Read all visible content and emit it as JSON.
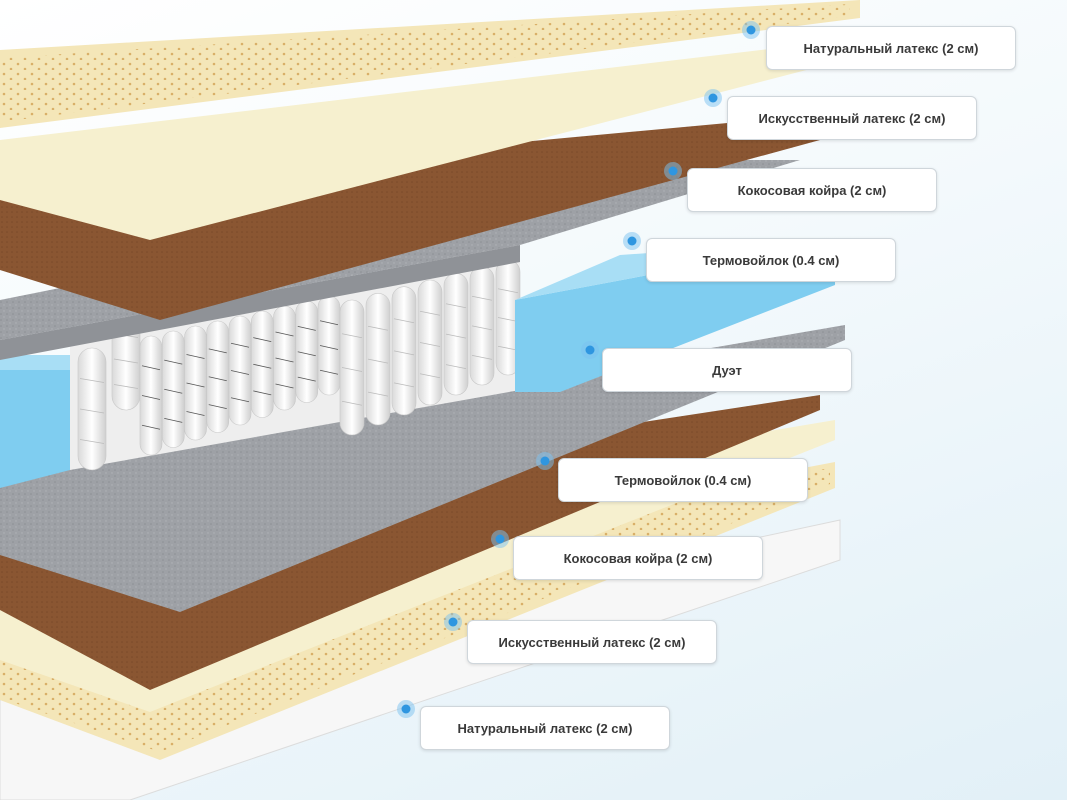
{
  "layers": [
    {
      "id": "top-natural-latex",
      "label": "Натуральный латекс (2 см)"
    },
    {
      "id": "top-artificial-latex",
      "label": "Искусственный латекс (2 см)"
    },
    {
      "id": "top-coconut-coir",
      "label": "Кокосовая койра (2 см)"
    },
    {
      "id": "top-thermofelt",
      "label": "Термовойлок (0.4 см)"
    },
    {
      "id": "core-duet",
      "label": "Дуэт"
    },
    {
      "id": "bottom-thermofelt",
      "label": "Термовойлок (0.4 см)"
    },
    {
      "id": "bottom-coconut-coir",
      "label": "Кокосовая койра (2 см)"
    },
    {
      "id": "bottom-artificial-latex",
      "label": "Искусственный латекс (2 см)"
    },
    {
      "id": "bottom-natural-latex",
      "label": "Натуральный латекс (2 см)"
    }
  ],
  "colors": {
    "natural_latex": "#f4e6b8",
    "artificial_latex": "#f6f0cf",
    "coconut_coir": "#8a5632",
    "thermofelt": "#9a9da2",
    "duet_foam": "#7fcdf0",
    "springs": "#f3f3f3",
    "marker": "#2f96e0"
  }
}
